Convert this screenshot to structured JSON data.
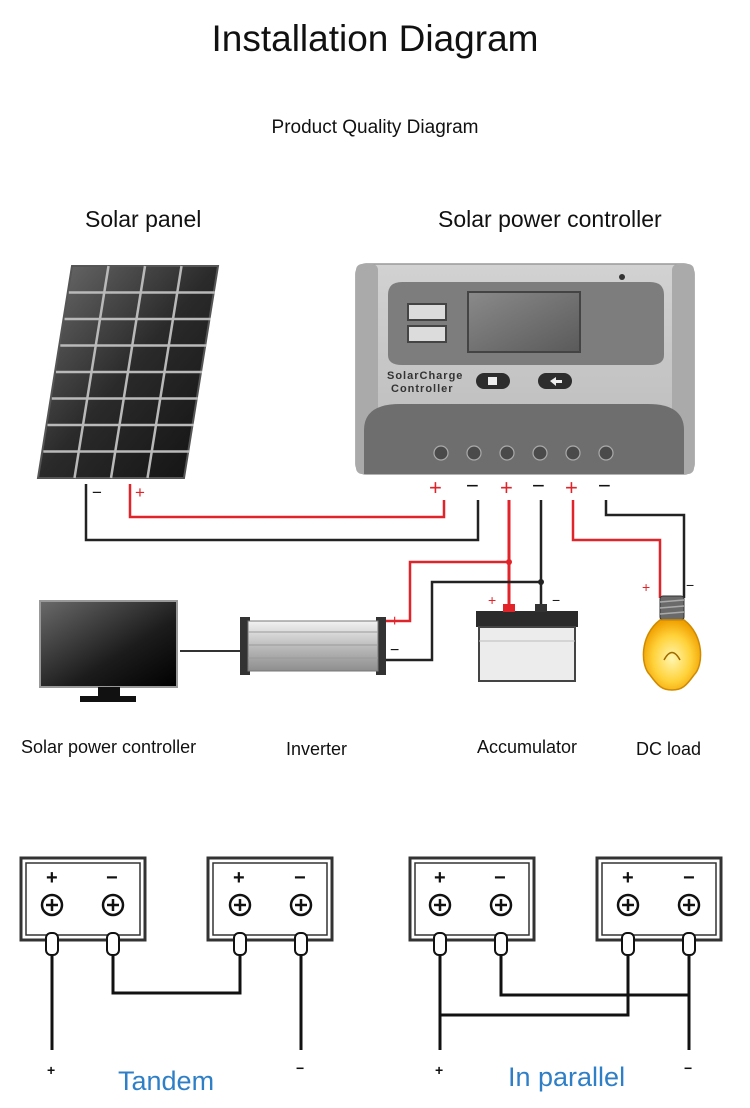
{
  "title": "Installation Diagram",
  "subtitle": "Product Quality Diagram",
  "labels": {
    "solar_panel": "Solar panel",
    "solar_power_controller": "Solar power controller",
    "monitor": "Solar power controller",
    "inverter": "Inverter",
    "accumulator": "Accumulator",
    "dc_load": "DC load",
    "tandem": "Tandem",
    "in_parallel": "In parallel"
  },
  "controller_face": {
    "line1": "SolarCharge",
    "line2": "Controller"
  },
  "signs": {
    "plus": "+",
    "minus": "−"
  },
  "colors": {
    "positive_wire": "#e0242a",
    "negative_wire": "#222222",
    "caption_blue": "#2f7fc7"
  }
}
